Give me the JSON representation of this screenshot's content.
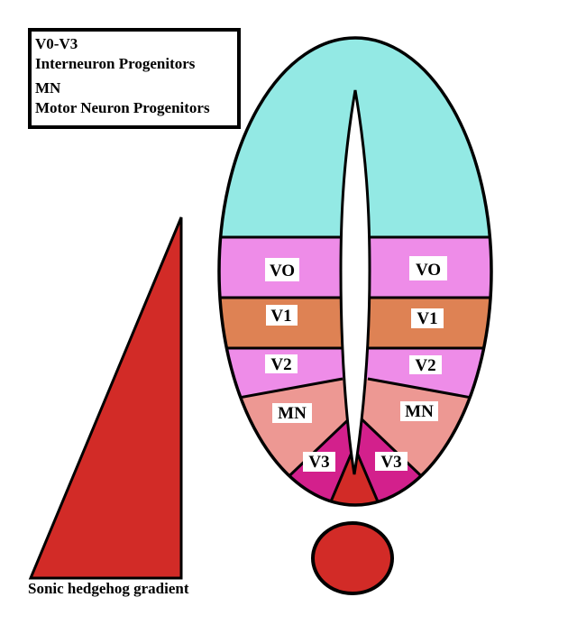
{
  "legend": {
    "range_label": "V0-V3",
    "range_desc": "Interneuron Progenitors",
    "mn_label": "MN",
    "mn_desc": "Motor Neuron Progenitors"
  },
  "shh": {
    "label": "Sonic hedgehog gradient",
    "triangle_color": "#D22B27"
  },
  "neural_tube": {
    "roof_color": "#93E9E4",
    "lumen_color": "#FFFFFF",
    "floor_color": "#D22B27",
    "label_bg": "#FFFFFF",
    "outline_color": "#000000",
    "bands": [
      {
        "label": "VO",
        "color": "#EE8CE8"
      },
      {
        "label": "V1",
        "color": "#DE8254"
      },
      {
        "label": "V2",
        "color": "#EE8CE8"
      },
      {
        "label": "MN",
        "color": "#ED9893"
      },
      {
        "label": "V3",
        "color": "#D3208C"
      }
    ]
  },
  "circle_color": "#D22B27"
}
